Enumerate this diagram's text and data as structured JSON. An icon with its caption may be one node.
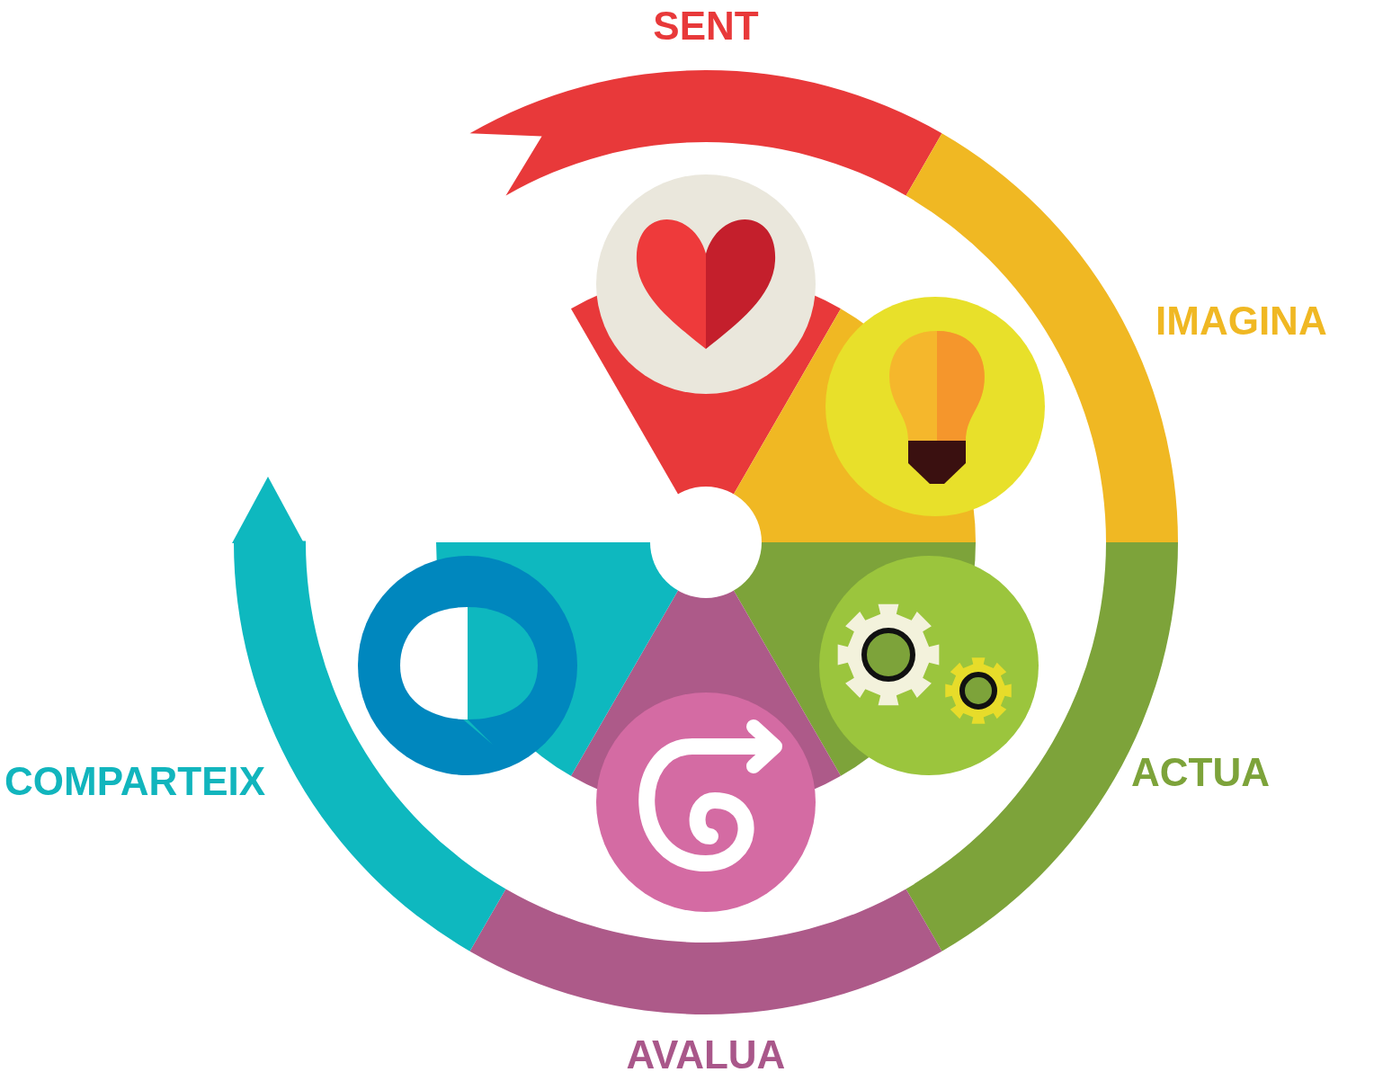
{
  "diagram": {
    "labels": [
      "SENT",
      "IMAGINA",
      "ACTUA",
      "AVALUA",
      "COMPARTEIX"
    ]
  }
}
